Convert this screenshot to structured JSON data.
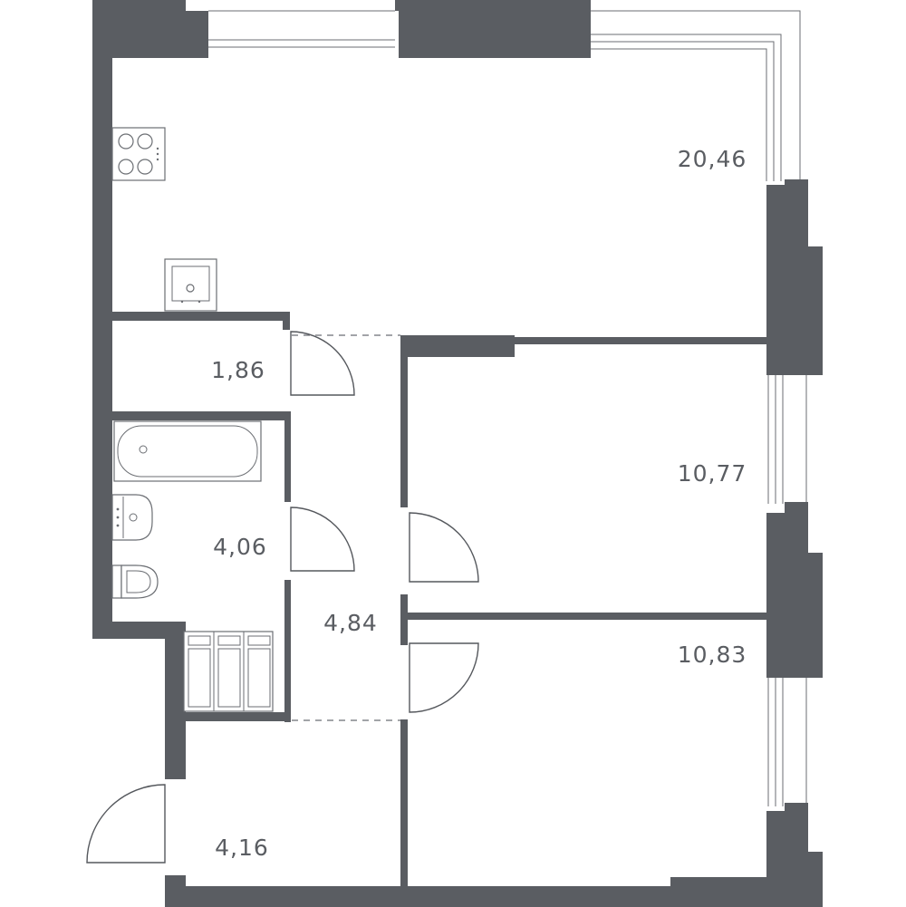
{
  "colors": {
    "wall": "#5a5d62",
    "background": "#ffffff"
  },
  "rooms": [
    {
      "id": "kitchen-living",
      "area": "20,46"
    },
    {
      "id": "storage",
      "area": "1,86"
    },
    {
      "id": "bathroom",
      "area": "4,06"
    },
    {
      "id": "corridor",
      "area": "4,84"
    },
    {
      "id": "bedroom-1",
      "area": "10,77"
    },
    {
      "id": "bedroom-2",
      "area": "10,83"
    },
    {
      "id": "entrance-hall",
      "area": "4,16"
    }
  ],
  "icons": [
    "stove-icon",
    "sink-icon",
    "bathtub-icon",
    "washbasin-icon",
    "toilet-icon",
    "wardrobe-icon",
    "door-swing-icon"
  ]
}
